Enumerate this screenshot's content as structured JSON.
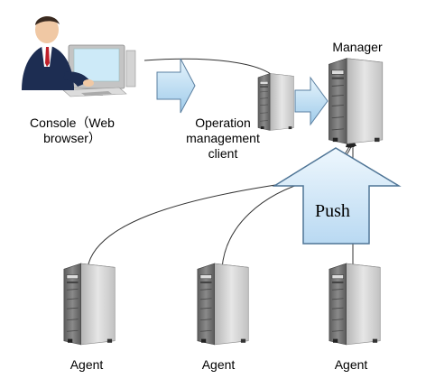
{
  "labels": {
    "console": "Console（Web\nbrowser）",
    "omc": "Operation\nmanagement\nclient",
    "manager": "Manager",
    "push": "Push",
    "agent1": "Agent",
    "agent2": "Agent",
    "agent3": "Agent"
  },
  "icons": {
    "console": "person-at-computer-icon",
    "omc": "server-tower-icon",
    "manager": "server-tower-icon",
    "agent": "server-tower-icon",
    "flow_arrow": "block-arrow-right-icon",
    "push_arrow": "block-arrow-up-icon"
  },
  "colors": {
    "server_body": "#6e6e6e",
    "server_side": "#c9c9c9",
    "flow_arrow": "#bfe0f4",
    "push_arrow": "#d5e9f8",
    "connector": "#333333"
  }
}
